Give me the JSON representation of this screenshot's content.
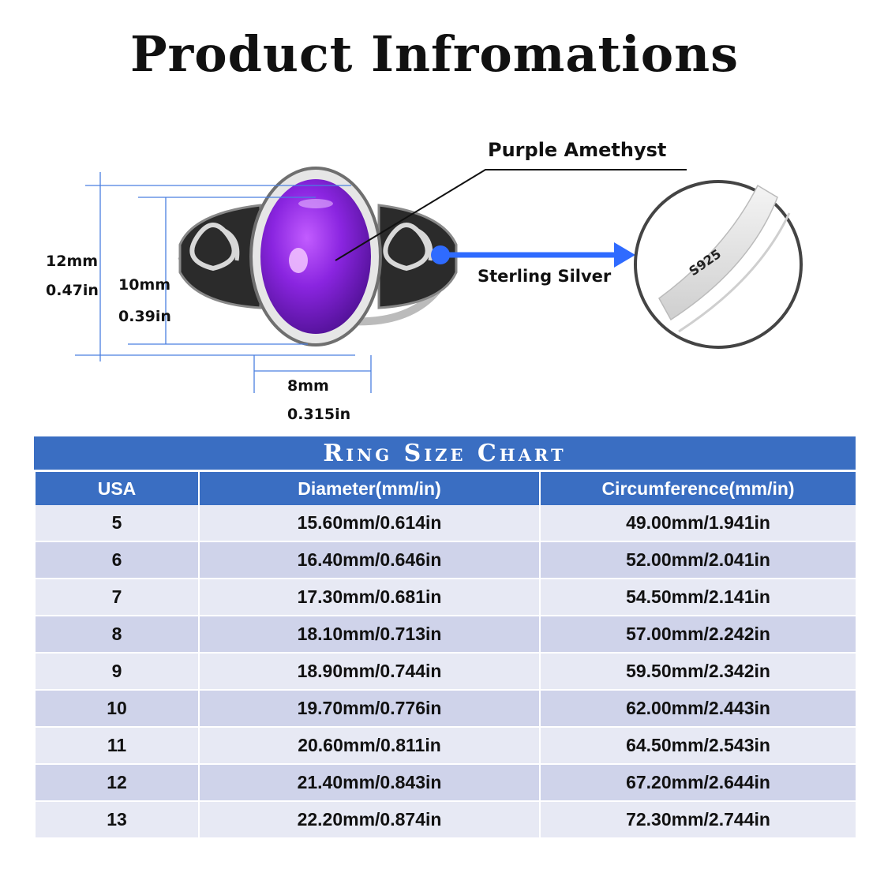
{
  "title": "Product Infromations",
  "product": {
    "dimensions": {
      "height_mm": "12mm",
      "height_in": "0.47in",
      "stone_height_mm": "10mm",
      "stone_height_in": "0.39in",
      "stone_width_mm": "8mm",
      "stone_width_in": "0.315in"
    },
    "callouts": {
      "stone": "Purple Amethyst",
      "metal": "Sterling Silver",
      "stamp": "S925"
    },
    "colors": {
      "stone": "#7a1fd6",
      "arrow": "#2f6bff",
      "dim_line": "#4a7fe0"
    }
  },
  "size_chart": {
    "title": "Ring Size Chart",
    "header_color": "#3a6ec2",
    "columns": [
      "USA",
      "Diameter(mm/in)",
      "Circumference(mm/in)"
    ],
    "rows": [
      [
        "5",
        "15.60mm/0.614in",
        "49.00mm/1.941in"
      ],
      [
        "6",
        "16.40mm/0.646in",
        "52.00mm/2.041in"
      ],
      [
        "7",
        "17.30mm/0.681in",
        "54.50mm/2.141in"
      ],
      [
        "8",
        "18.10mm/0.713in",
        "57.00mm/2.242in"
      ],
      [
        "9",
        "18.90mm/0.744in",
        "59.50mm/2.342in"
      ],
      [
        "10",
        "19.70mm/0.776in",
        "62.00mm/2.443in"
      ],
      [
        "11",
        "20.60mm/0.811in",
        "64.50mm/2.543in"
      ],
      [
        "12",
        "21.40mm/0.843in",
        "67.20mm/2.644in"
      ],
      [
        "13",
        "22.20mm/0.874in",
        "72.30mm/2.744in"
      ]
    ]
  }
}
